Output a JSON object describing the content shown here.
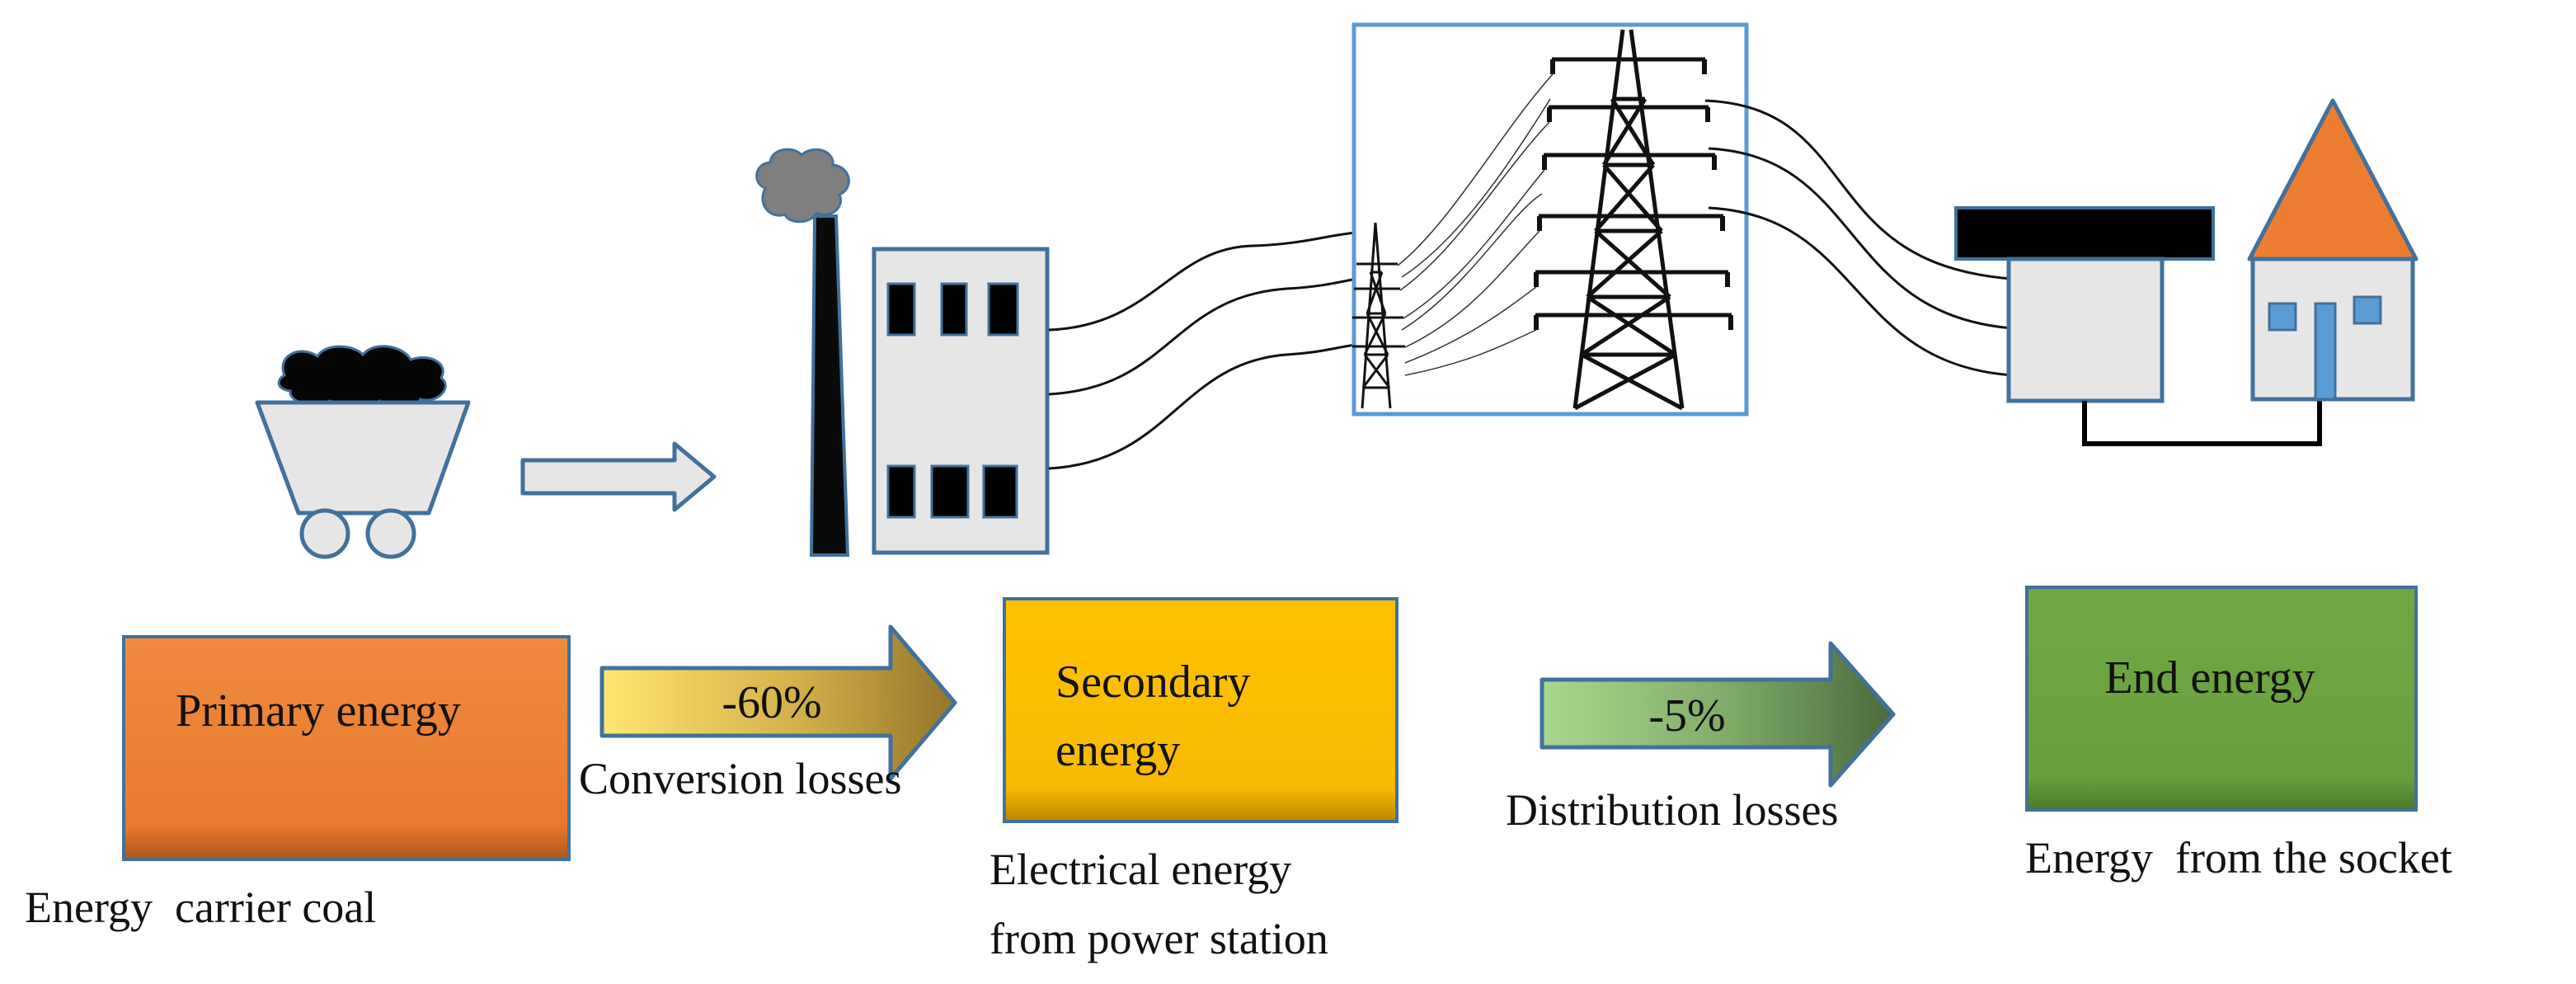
{
  "boxes": {
    "primary": {
      "label": "Primary energy",
      "caption": "Energy  carrier coal"
    },
    "secondary": {
      "label_line1": "Secondary",
      "label_line2": "energy",
      "caption_line1": "Electrical energy",
      "caption_line2": "from power station"
    },
    "end": {
      "label": "End energy",
      "caption": "Energy  from the socket"
    }
  },
  "arrows": {
    "conversion": {
      "value": "-60%",
      "caption": "Conversion losses"
    },
    "distribution": {
      "value": "-5%",
      "caption": "Distribution losses"
    }
  },
  "illustrations": {
    "coal_cart": "coal-cart-icon",
    "process_arrow": "arrow-right-icon",
    "power_station": "power-station-icon",
    "transmission": "transmission-towers-photo",
    "substation": "substation-icon",
    "house": "house-icon"
  },
  "colors": {
    "primary_box": "#ED7D31",
    "secondary_box": "#FFC000",
    "end_box": "#70AD47",
    "box_border": "#41719C",
    "outline": "#41719C",
    "light_fill": "#E7E6E6",
    "house_roof": "#ED7D31",
    "house_window": "#5B9BD5",
    "conversion_gradient": [
      "#FFE36E",
      "#9A7A2C"
    ],
    "distribution_gradient": [
      "#A9D18E",
      "#4D7040"
    ]
  }
}
